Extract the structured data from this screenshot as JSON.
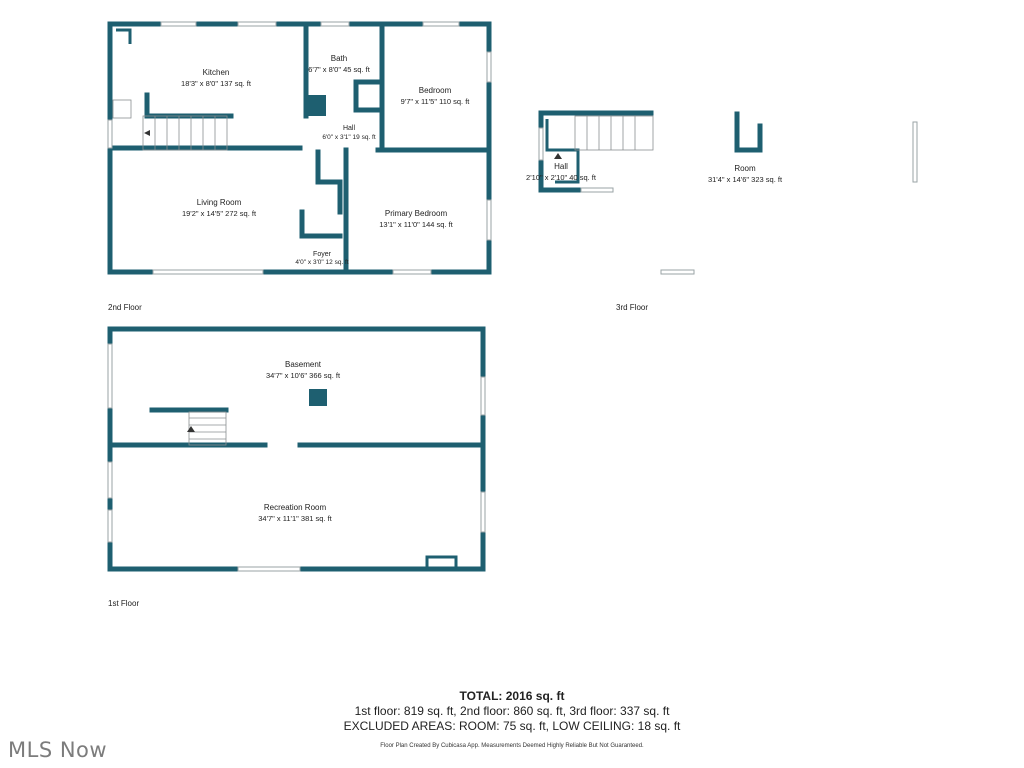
{
  "floors": {
    "second": {
      "label": "2nd Floor",
      "rooms": {
        "kitchen": {
          "name": "Kitchen",
          "dims": "18'3\" x 8'0\" 137 sq. ft"
        },
        "bath": {
          "name": "Bath",
          "dims": "6'7\" x 8'0\" 45 sq. ft"
        },
        "bedroom": {
          "name": "Bedroom",
          "dims": "9'7\" x 11'5\" 110 sq. ft"
        },
        "hall": {
          "name": "Hall",
          "dims": "6'0\" x 3'1\" 19 sq. ft"
        },
        "living": {
          "name": "Living Room",
          "dims": "19'2\" x 14'5\" 272 sq. ft"
        },
        "primary": {
          "name": "Primary Bedroom",
          "dims": "13'1\" x 11'0\" 144 sq. ft"
        },
        "foyer": {
          "name": "Foyer",
          "dims": "4'0\" x 3'0\" 12 sq. ft"
        }
      }
    },
    "third": {
      "label": "3rd Floor",
      "rooms": {
        "hall": {
          "name": "Hall",
          "dims": "2'10\" x 2'10\" 40 sq. ft"
        },
        "room": {
          "name": "Room",
          "dims": "31'4\" x 14'6\" 323 sq. ft"
        }
      }
    },
    "first": {
      "label": "1st Floor",
      "rooms": {
        "basement": {
          "name": "Basement",
          "dims": "34'7\" x 10'6\" 366 sq. ft"
        },
        "recreation": {
          "name": "Recreation Room",
          "dims": "34'7\" x 11'1\" 381 sq. ft"
        }
      }
    }
  },
  "summary": {
    "total": "TOTAL: 2016 sq. ft",
    "breakdown": "1st floor: 819 sq. ft, 2nd floor: 860 sq. ft, 3rd floor: 337 sq. ft",
    "excluded": "EXCLUDED AREAS: ROOM: 75 sq. ft, LOW CEILING: 18 sq. ft",
    "disclaimer": "Floor Plan Created By Cubicasa App. Measurements Deemed Highly Reliable But Not Guaranteed."
  },
  "brand": "MLS Now",
  "colors": {
    "wall": "#1e5f70",
    "window": "#9aa3a6",
    "brand": "#7c7c7c"
  }
}
